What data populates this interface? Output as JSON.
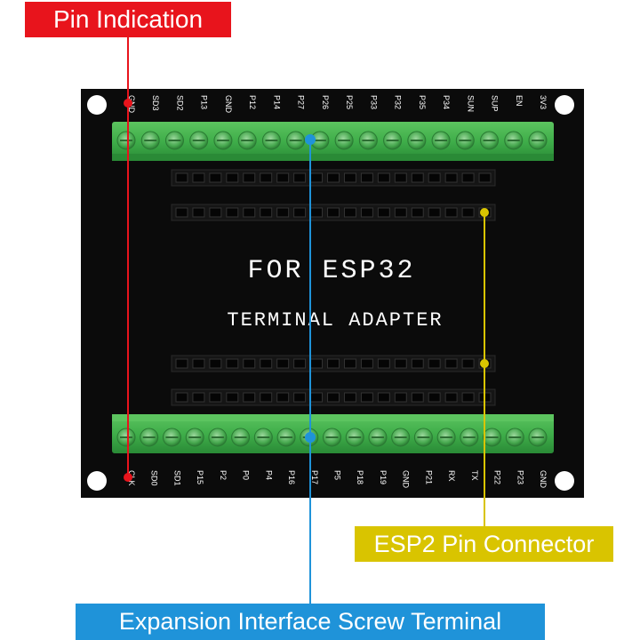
{
  "board": {
    "title_line1": "FOR ESP32",
    "title_line2": "TERMINAL ADAPTER",
    "top_pins": [
      "GND",
      "SD3",
      "SD2",
      "P13",
      "GND",
      "P12",
      "P14",
      "P27",
      "P26",
      "P25",
      "P33",
      "P32",
      "P35",
      "P34",
      "SUN",
      "SUP",
      "EN",
      "3V3"
    ],
    "bottom_pins": [
      "CLK",
      "SD0",
      "SD1",
      "P15",
      "P2",
      "P0",
      "P4",
      "P16",
      "P17",
      "P5",
      "P18",
      "P19",
      "GND",
      "P21",
      "RX",
      "TX",
      "P22",
      "P23",
      "GND"
    ]
  },
  "callouts": {
    "pin_indication": "Pin Indication",
    "esp_pin_connector": "ESP2 Pin Connector",
    "expansion_terminal": "Expansion Interface Screw Terminal"
  },
  "colors": {
    "board": "#0b0b0b",
    "terminal_green": "#3fae4a",
    "red": "#e8141c",
    "yellow": "#d9c400",
    "blue": "#1f93d9"
  }
}
